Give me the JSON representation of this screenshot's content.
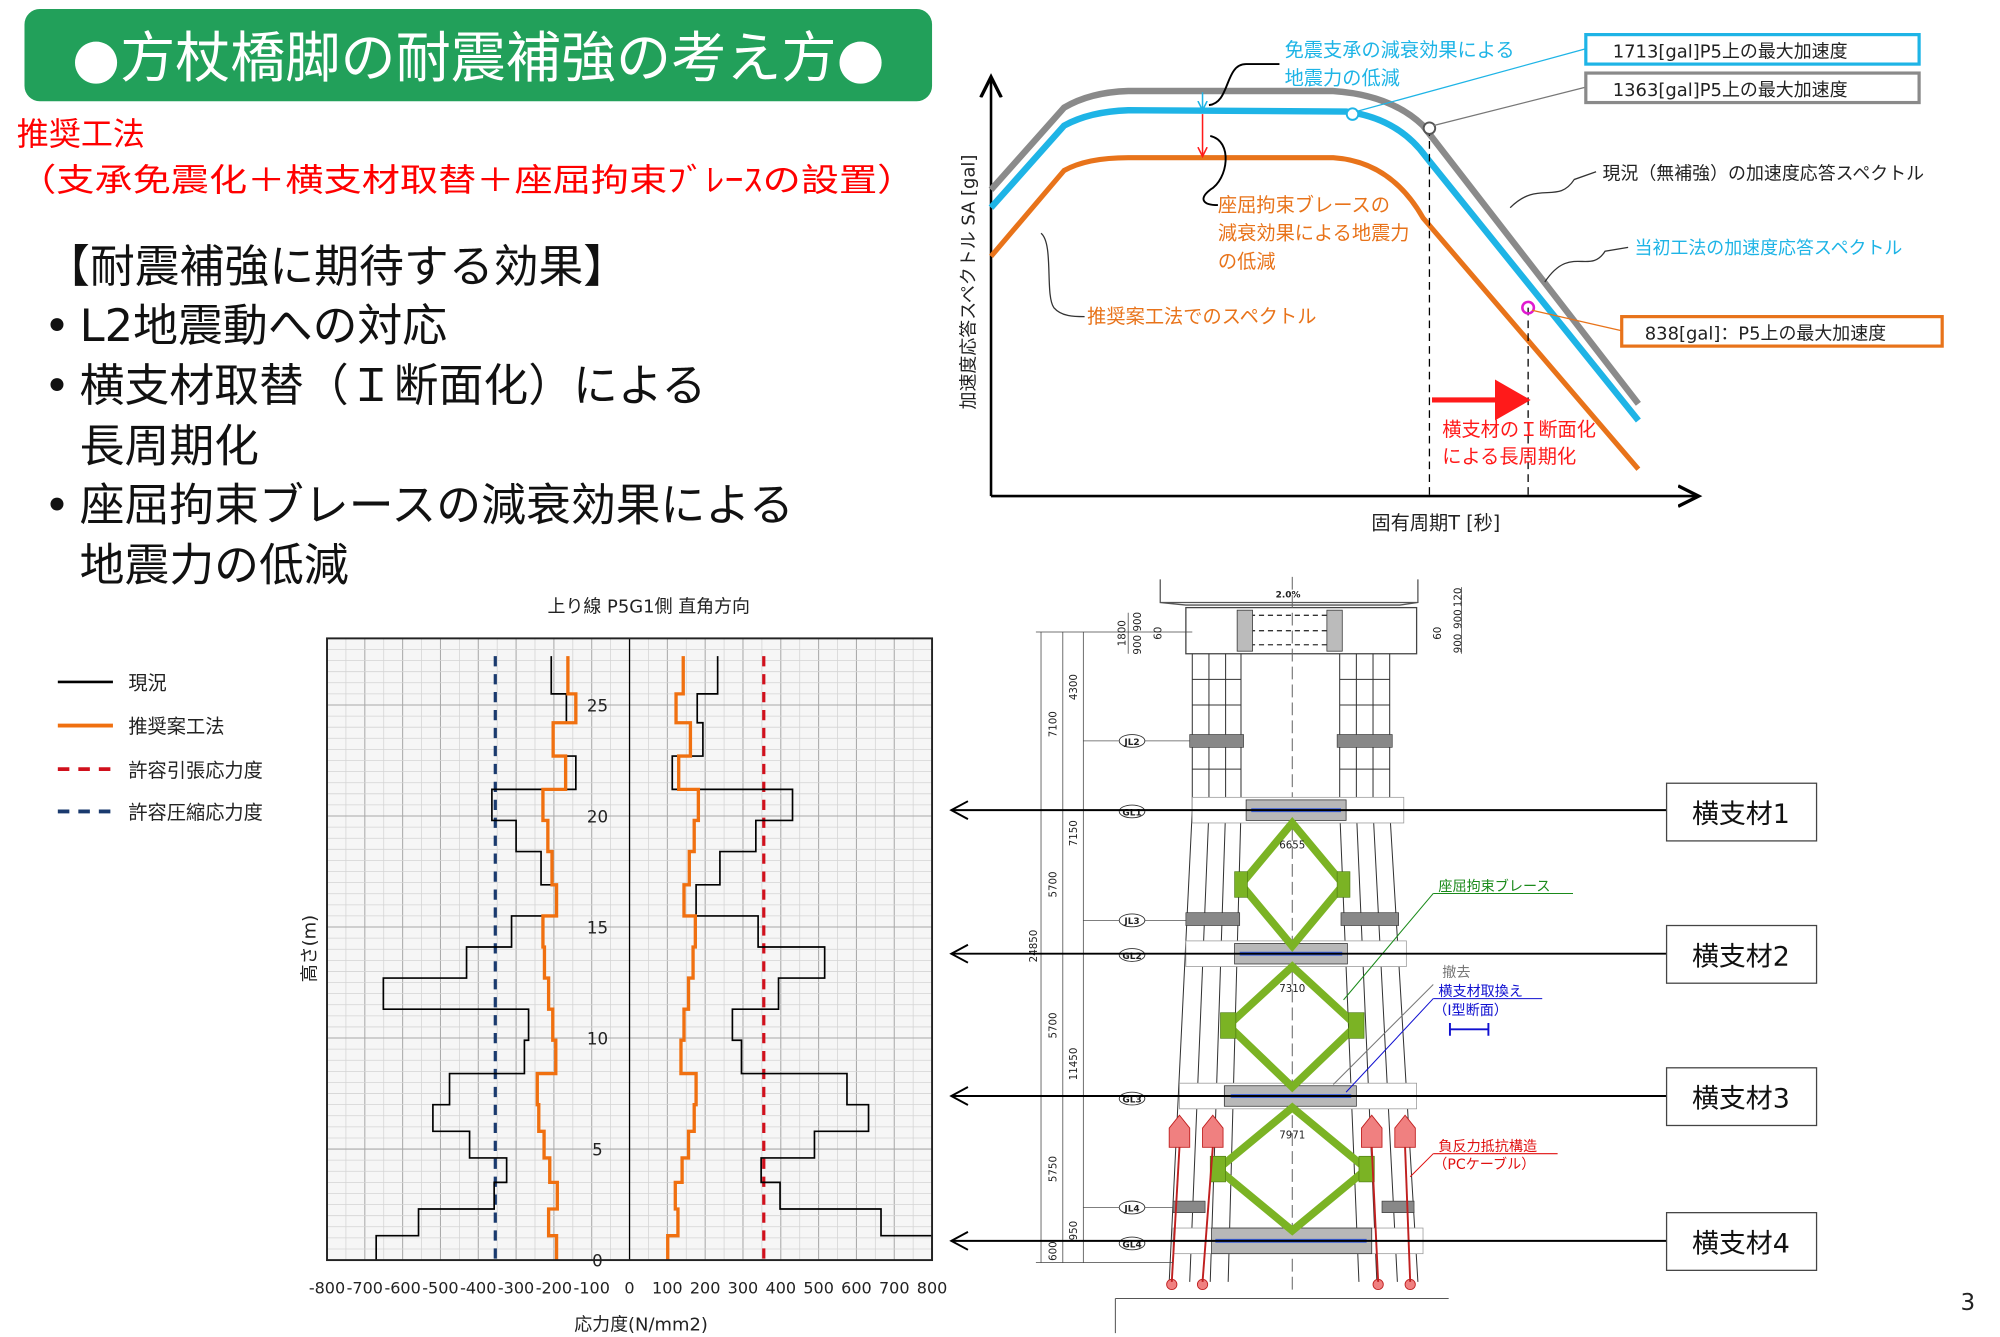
{
  "header": {
    "title": "●方杖橋脚の耐震補強の考え方●",
    "accent": "#22a05a"
  },
  "method": {
    "label": "推奨工法",
    "detail": "（支承免震化＋横支材取替＋座屈拘束ﾌﾞﾚｰｽの設置）",
    "color": "#ff0000"
  },
  "effects": {
    "heading": "【耐震補強に期待する効果】",
    "bullets": [
      {
        "lines": [
          "L2地震動への対応"
        ]
      },
      {
        "lines": [
          "横支材取替（Ｉ断面化）による",
          "長周期化"
        ]
      },
      {
        "lines": [
          "座屈拘束ブレースの減衰効果による",
          "地震力の低減"
        ]
      }
    ],
    "bullet_char": "•"
  },
  "spectrum": {
    "ylabel": "加速度応答スペクトル SA [gal]",
    "xlabel": "固有周期T [秒]",
    "iso_note": [
      "免震支承の減衰効果による",
      "地震力の低減"
    ],
    "box_blue": "1713[gal]P5上の最大加速度",
    "box_gray": "1363[gal]P5上の最大加速度",
    "box_orange": "838[gal]：P5上の最大加速度",
    "label_gray": "現況（無補強）の加速度応答スペクトル",
    "label_blue": "当初工法の加速度応答スペクトル",
    "label_orange": "推奨案工法でのスペクトル",
    "brace_note": [
      "座屈拘束ブレースの",
      "減衰効果による地震力",
      "の低減"
    ],
    "period_note": [
      "横支材のＩ断面化",
      "による長周期化"
    ],
    "colors": {
      "gray": "#8a8a8a",
      "blue": "#1eb4e6",
      "orange": "#e8731a",
      "red": "#ff1a1a",
      "magenta": "#e01ad0"
    }
  },
  "chart_data": {
    "type": "line",
    "title": "上り線 P5G1側 直角方向",
    "xlabel": "応力度(N/mm2)",
    "ylabel": "高さ(m)",
    "xlim": [
      -800,
      800
    ],
    "ylim": [
      0,
      28
    ],
    "x_ticks": [
      "-800",
      "-700",
      "-600",
      "-500",
      "-400",
      "-300",
      "-200",
      "-100",
      "0",
      "100",
      "200",
      "300",
      "400",
      "500",
      "600",
      "700",
      "800"
    ],
    "y_ticks": [
      "0",
      "5",
      "10",
      "15",
      "20",
      "25"
    ],
    "grid": true,
    "legend_position": "left",
    "segment_boundaries_m": [
      27.2,
      25.5,
      24.2,
      22.7,
      21.2,
      19.8,
      18.4,
      16.9,
      15.5,
      14.1,
      12.7,
      11.3,
      9.9,
      8.4,
      7.0,
      5.8,
      4.6,
      3.5,
      2.3,
      1.1,
      0
    ],
    "series": [
      {
        "name": "現況",
        "color": "#000000",
        "side": "compression",
        "values": [
          -207,
          -167,
          -203,
          -142,
          -364,
          -300,
          -234,
          -195,
          -312,
          -431,
          -651,
          -267,
          -278,
          -476,
          -520,
          -423,
          -325,
          -358,
          -558,
          -670
        ]
      },
      {
        "name": "現況",
        "color": "#000000",
        "side": "tension",
        "values": [
          233,
          179,
          194,
          113,
          431,
          334,
          239,
          176,
          340,
          516,
          394,
          272,
          296,
          575,
          632,
          489,
          348,
          398,
          665,
          800
        ]
      },
      {
        "name": "推奨案工法",
        "color": "#f07010",
        "side": "compression",
        "values": [
          -163,
          -142,
          -202,
          -169,
          -229,
          -216,
          -205,
          -193,
          -229,
          -225,
          -214,
          -203,
          -195,
          -244,
          -240,
          -226,
          -211,
          -191,
          -214,
          -193
        ]
      },
      {
        "name": "推奨案工法",
        "color": "#f07010",
        "side": "tension",
        "values": [
          142,
          123,
          161,
          130,
          182,
          171,
          158,
          144,
          174,
          168,
          156,
          144,
          136,
          176,
          171,
          156,
          139,
          121,
          128,
          101
        ]
      }
    ],
    "limits": [
      {
        "name": "許容引張応力度",
        "value": 355,
        "color": "#d0101c",
        "style": "dashed"
      },
      {
        "name": "許容圧縮応力度",
        "value": -355,
        "color": "#1a3a6e",
        "style": "dashed"
      }
    ],
    "legend": [
      "現況",
      "推奨案工法",
      "許容引張応力度",
      "許容圧縮応力度"
    ]
  },
  "structure": {
    "members": [
      "横支材1",
      "横支材2",
      "横支材3",
      "横支材4"
    ],
    "brace_label": "座屈拘束ブレース",
    "removed_label": "撤去",
    "replace_label": [
      "横支材取換え",
      "（I型断面）"
    ],
    "cable_label": [
      "負反力抵抗構造",
      "（PCケーブル）"
    ],
    "spans": [
      "6655",
      "7310",
      "7971"
    ],
    "level_tags": [
      "JL2",
      "GL1",
      "JL3",
      "GL2",
      "GL3",
      "JL4",
      "GL4"
    ],
    "dims_outer": [
      "7100",
      "5700",
      "24850",
      "5700",
      "5750",
      "600"
    ],
    "dims_inner": [
      "4300",
      "7150",
      "11450",
      "950"
    ],
    "dims_top_left": [
      "1800",
      "900",
      "900",
      "60"
    ],
    "dims_top_right": [
      "120",
      "900",
      "900",
      "60"
    ],
    "deck_dim": "2.0%"
  },
  "page_number": "3"
}
